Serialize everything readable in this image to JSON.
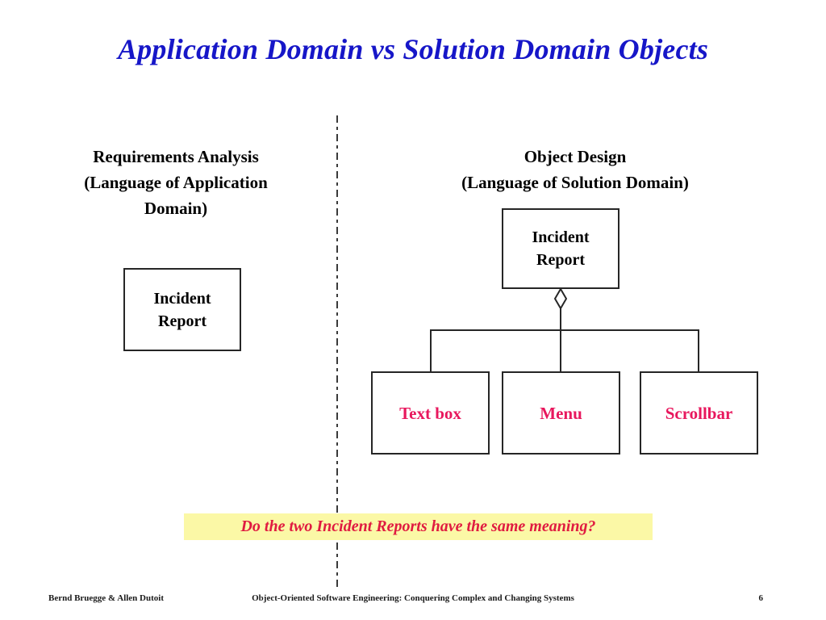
{
  "slide": {
    "title": "Application Domain vs Solution Domain Objects",
    "title_color": "#1616C8",
    "background_color": "#FFFFFF"
  },
  "columns": {
    "left": {
      "heading_line1": "Requirements Analysis",
      "heading_line2": "(Language of Application",
      "heading_line3": "Domain)"
    },
    "right": {
      "heading_line1": "Object Design",
      "heading_line2": "(Language of Solution Domain)"
    }
  },
  "diagram": {
    "analysis_class": {
      "label_line1": "Incident",
      "label_line2": "Report"
    },
    "design_root_class": {
      "label_line1": "Incident",
      "label_line2": "Report"
    },
    "relationship": "aggregation",
    "design_leaf_classes": [
      {
        "label": "Text box",
        "color": "#E8175D"
      },
      {
        "label": "Menu",
        "color": "#E8175D"
      },
      {
        "label": "Scrollbar",
        "color": "#E8175D"
      }
    ]
  },
  "question": {
    "text": "Do the two Incident Reports have the same meaning?",
    "text_color": "#E01B41",
    "highlight_color": "#FBF8A6"
  },
  "footer": {
    "authors": "Bernd Bruegge & Allen Dutoit",
    "book": "Object-Oriented Software Engineering: Conquering Complex and Changing Systems",
    "page_number": "6"
  }
}
